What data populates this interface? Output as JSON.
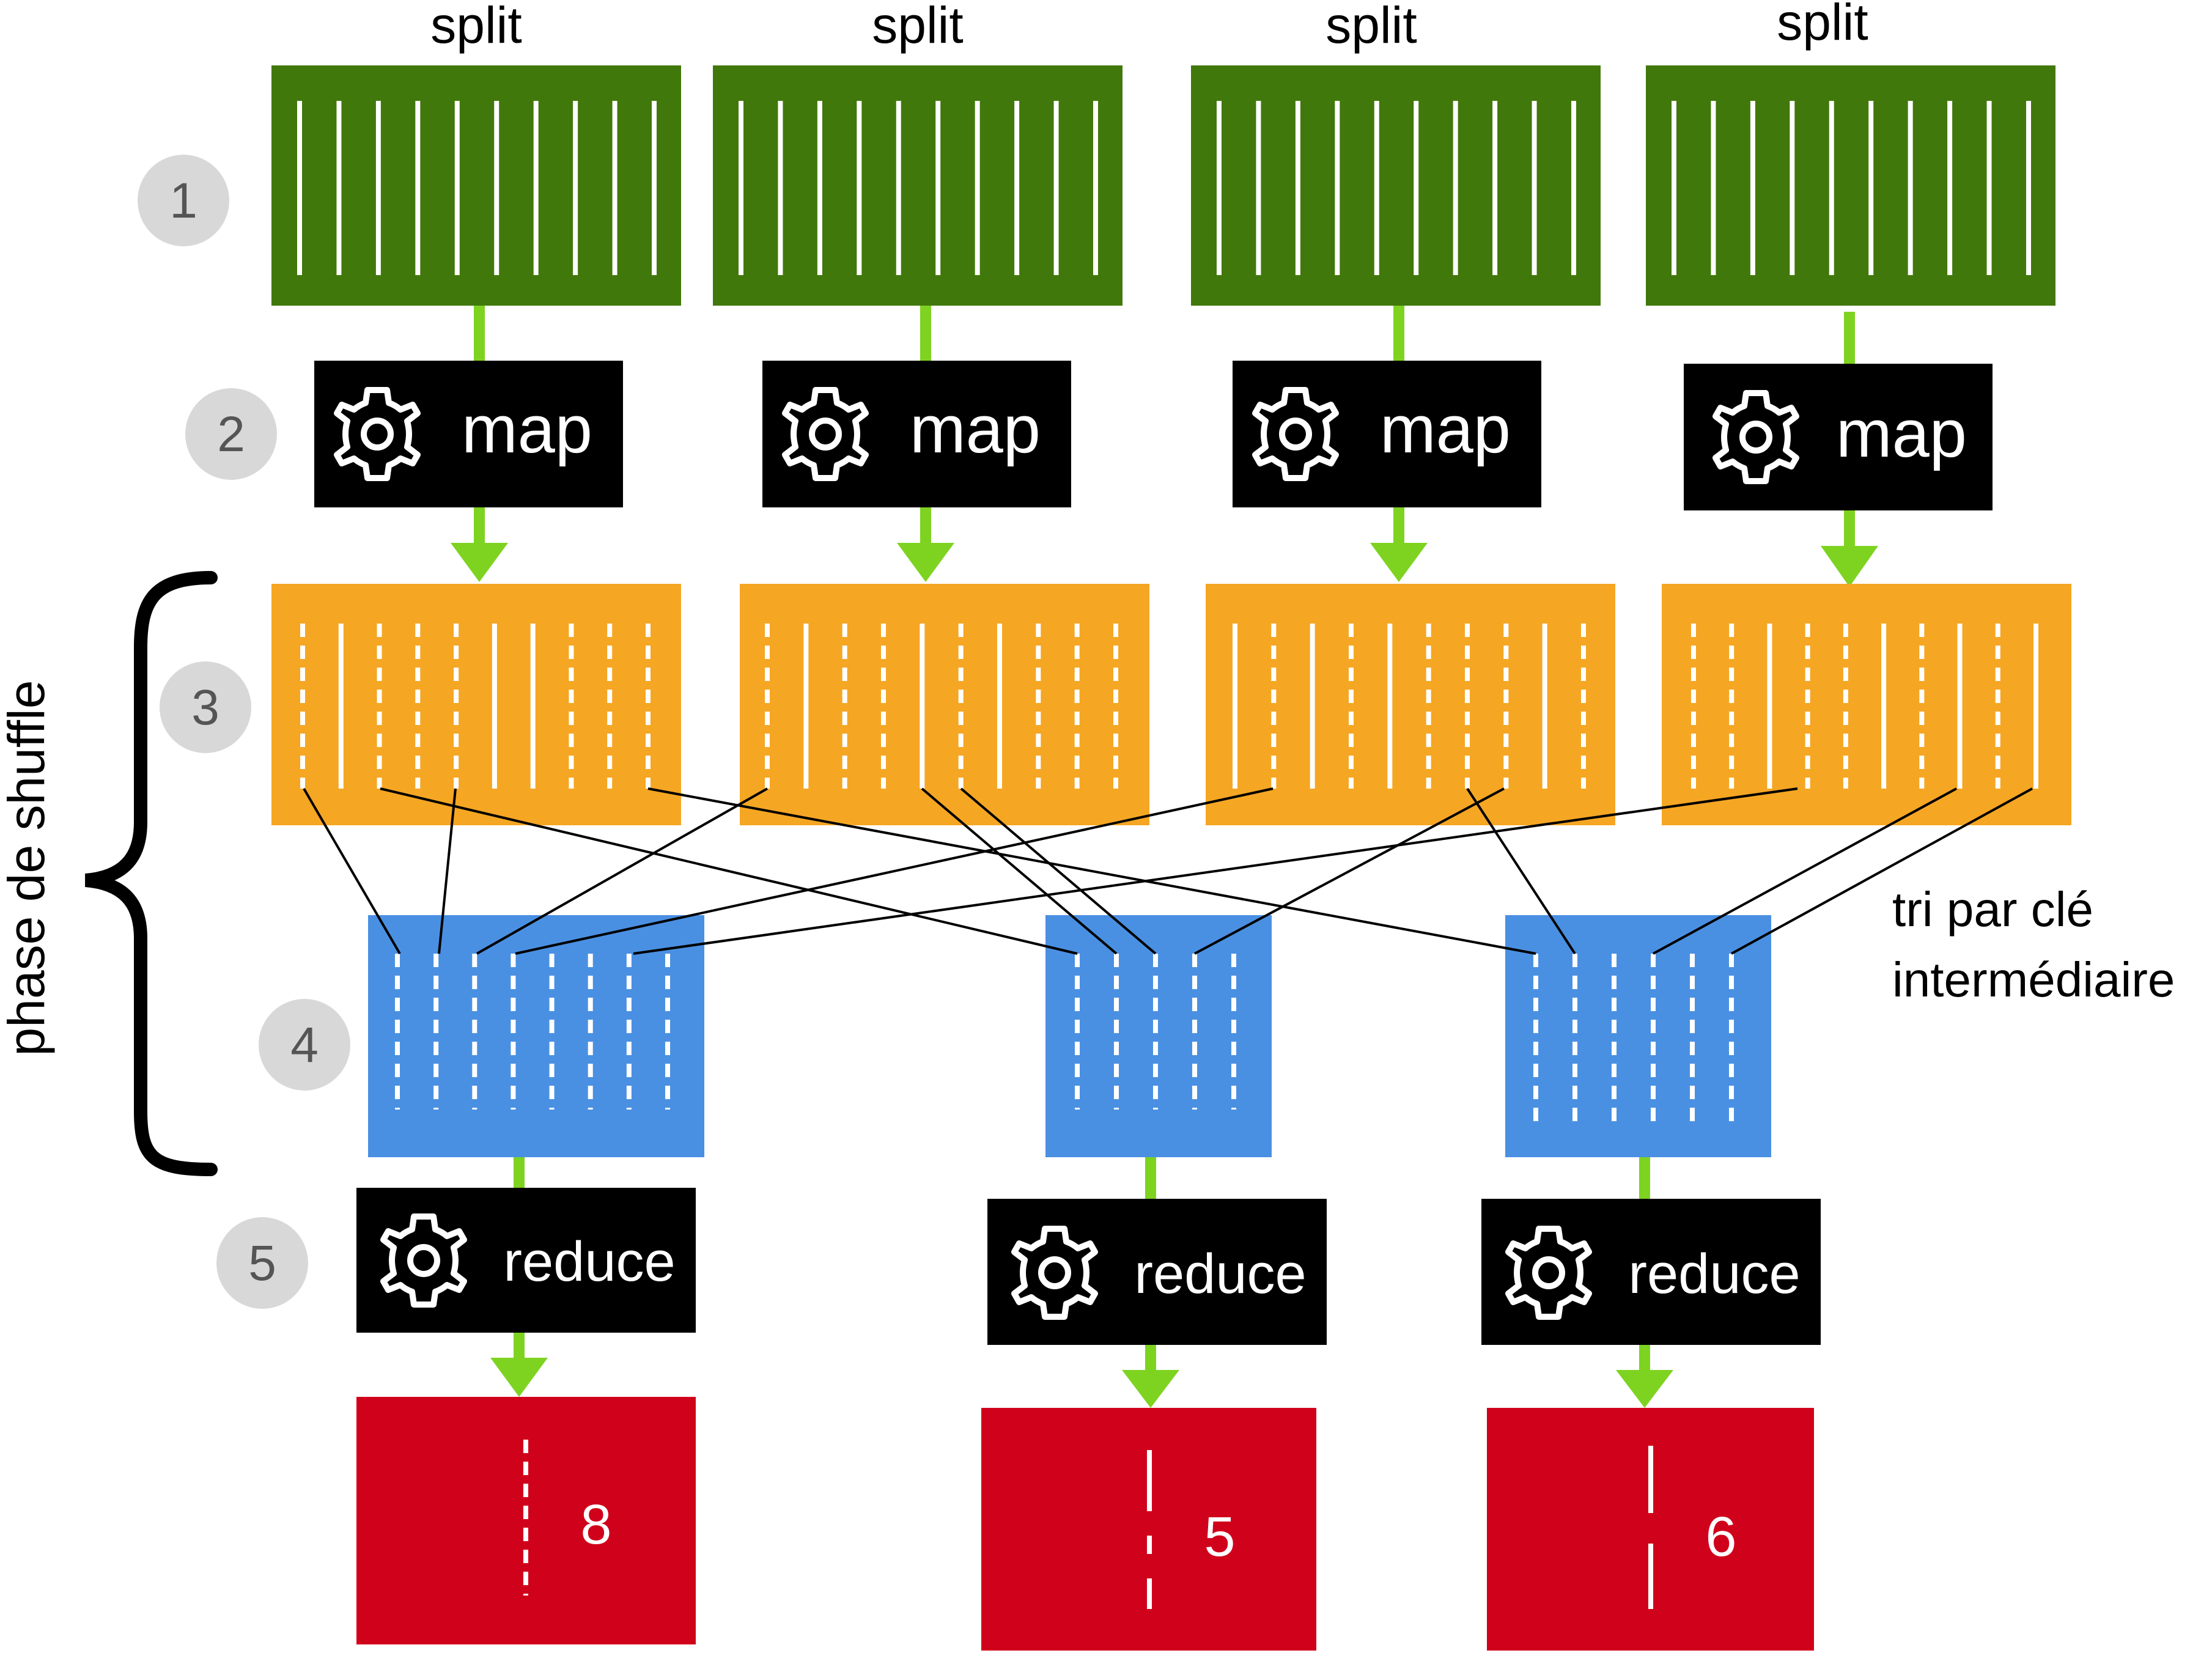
{
  "colors": {
    "split": "#41780B",
    "map_box": "#000000",
    "intermediate": "#F5A623",
    "sorted": "#4A90E2",
    "reduce_box": "#000000",
    "output": "#D0021B",
    "arrow": "#7ED321",
    "step_circle": "#D8D8D8",
    "step_text": "#555555",
    "brace": "#000000",
    "connector": "#000000",
    "white": "#FFFFFF"
  },
  "splits": [
    {
      "label": "split"
    },
    {
      "label": "split"
    },
    {
      "label": "split"
    },
    {
      "label": "split"
    }
  ],
  "steps": [
    {
      "number": "1"
    },
    {
      "number": "2"
    },
    {
      "number": "3"
    },
    {
      "number": "4"
    },
    {
      "number": "5"
    }
  ],
  "maps": [
    {
      "label": "map",
      "icon": "gear-icon"
    },
    {
      "label": "map",
      "icon": "gear-icon"
    },
    {
      "label": "map",
      "icon": "gear-icon"
    },
    {
      "label": "map",
      "icon": "gear-icon"
    }
  ],
  "shuffle_label": "phase de shuffle",
  "sort_annotation": {
    "line1": "tri par clé",
    "line2": "intermédiaire"
  },
  "reduces": [
    {
      "label": "reduce",
      "icon": "gear-icon"
    },
    {
      "label": "reduce",
      "icon": "gear-icon"
    },
    {
      "label": "reduce",
      "icon": "gear-icon"
    }
  ],
  "outputs": [
    {
      "value": "8"
    },
    {
      "value": "5"
    },
    {
      "value": "6"
    }
  ]
}
